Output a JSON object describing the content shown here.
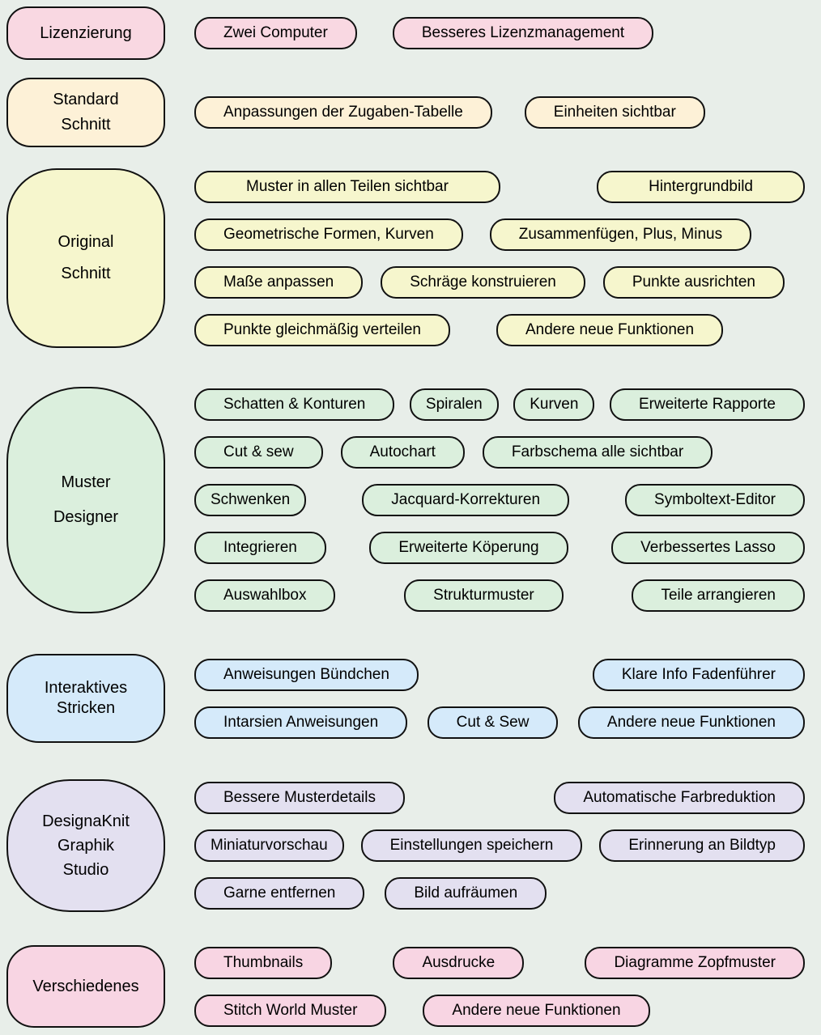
{
  "page": {
    "background_color": "#e8eee9",
    "outline_color": "#111111"
  },
  "groups": [
    {
      "name": "Lizenzierung",
      "color": "#f9d8e2",
      "category": {
        "lines": [
          "Lizenzierung"
        ]
      },
      "rows": [
        [
          "Zwei Computer",
          "Besseres Lizenzmanagement"
        ]
      ]
    },
    {
      "name": "Standard Schnitt",
      "color": "#fdf1d7",
      "category": {
        "lines": [
          "Standard",
          "Schnitt"
        ]
      },
      "rows": [
        [
          "Anpassungen der Zugaben-Tabelle",
          "Einheiten sichtbar"
        ]
      ]
    },
    {
      "name": "Original Schnitt",
      "color": "#f6f6cd",
      "category": {
        "lines": [
          "Original",
          "Schnitt"
        ]
      },
      "rows": [
        [
          "Muster in allen Teilen sichtbar",
          "Hintergrundbild"
        ],
        [
          "Geometrische Formen, Kurven",
          "Zusammenfügen, Plus, Minus"
        ],
        [
          "Maße anpassen",
          "Schräge konstruieren",
          "Punkte ausrichten"
        ],
        [
          "Punkte gleichmäßig verteilen",
          "Andere neue Funktionen"
        ]
      ]
    },
    {
      "name": "Muster Designer",
      "color": "#dbefdd",
      "category": {
        "lines": [
          "Muster",
          "Designer"
        ]
      },
      "rows": [
        [
          "Schatten & Konturen",
          "Spiralen",
          "Kurven",
          "Erweiterte Rapporte"
        ],
        [
          "Cut & sew",
          "Autochart",
          "Farbschema alle sichtbar"
        ],
        [
          "Schwenken",
          "Jacquard-Korrekturen",
          "Symboltext-Editor"
        ],
        [
          "Integrieren",
          "Erweiterte Köperung",
          "Verbessertes Lasso"
        ],
        [
          "Auswahlbox",
          "Strukturmuster",
          "Teile arrangieren"
        ]
      ]
    },
    {
      "name": "Interaktives Stricken",
      "color": "#d5eafa",
      "category": {
        "lines": [
          "Interaktives",
          "Stricken"
        ]
      },
      "rows": [
        [
          "Anweisungen Bündchen",
          "Klare Info Fadenführer"
        ],
        [
          "Intarsien Anweisungen",
          "Cut & Sew",
          "Andere neue Funktionen"
        ]
      ]
    },
    {
      "name": "DesignaKnit Graphik Studio",
      "color": "#e3e0f0",
      "category": {
        "lines": [
          "DesignaKnit",
          "Graphik",
          "Studio"
        ]
      },
      "rows": [
        [
          "Bessere Musterdetails",
          "Automatische Farbreduktion"
        ],
        [
          "Miniaturvorschau",
          "Einstellungen speichern",
          "Erinnerung an Bildtyp"
        ],
        [
          "Garne entfernen",
          "Bild aufräumen"
        ]
      ]
    },
    {
      "name": "Verschiedenes",
      "color": "#f8d5e3",
      "category": {
        "lines": [
          "Verschiedenes"
        ]
      },
      "rows": [
        [
          "Thumbnails",
          "Ausdrucke",
          "Diagramme Zopfmuster"
        ],
        [
          "Stitch World Muster",
          "Andere neue Funktionen"
        ]
      ]
    }
  ]
}
